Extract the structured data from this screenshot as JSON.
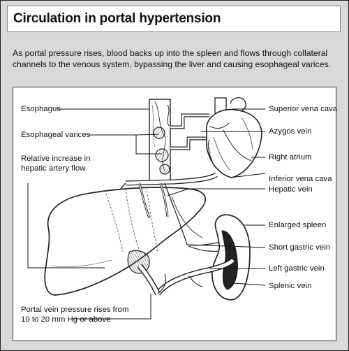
{
  "title": "Circulation in portal hypertension",
  "caption": "As portal pressure rises, blood backs up into the spleen and flows through collateral channels to the venous system, bypassing the liver and causing esophageal varices.",
  "labels": {
    "esophagus": "Esophagus",
    "esophageal_varices": "Esophageal varices",
    "relative_increase_line1": "Relative increase in",
    "relative_increase_line2": "hepatic artery flow",
    "superior_vena_cava": "Superior vena cava",
    "azygos_vein": "Azygos vein",
    "right_atrium": "Right atrium",
    "inferior_vena_cava": "Inferior vena cava",
    "hepatic_vein": "Hepatic vein",
    "enlarged_spleen": "Enlarged spleen",
    "short_gastric_vein": "Short gastric vein",
    "left_gastric_vein": "Left gastric vein",
    "splenic_vein": "Splenic vein",
    "portal_pressure_line1": "Portal vein pressure rises from",
    "portal_pressure_line2": "10 to 20 mm Hg or above"
  }
}
